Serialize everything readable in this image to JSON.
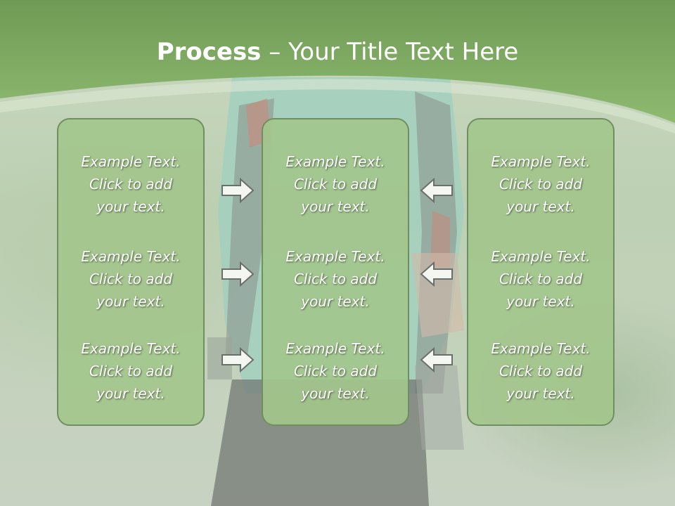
{
  "title": {
    "bold": "Process",
    "rest": " – Your Title Text Here"
  },
  "columns": [
    {
      "items": [
        {
          "line1": "Example Text.",
          "line2": "Click  to add",
          "line3": "your text."
        },
        {
          "line1": "Example Text.",
          "line2": "Click  to add",
          "line3": "your text."
        },
        {
          "line1": "Example Text.",
          "line2": "Click  to add",
          "line3": "your text."
        }
      ]
    },
    {
      "items": [
        {
          "line1": "Example Text.",
          "line2": "Click  to add",
          "line3": "your text."
        },
        {
          "line1": "Example Text.",
          "line2": "Click  to add",
          "line3": "your text."
        },
        {
          "line1": "Example Text.",
          "line2": "Click  to add",
          "line3": "your text."
        }
      ]
    },
    {
      "items": [
        {
          "line1": "Example Text.",
          "line2": "Click  to add",
          "line3": "your text."
        },
        {
          "line1": "Example Text.",
          "line2": "Click  to add",
          "line3": "your text."
        },
        {
          "line1": "Example Text.",
          "line2": "Click  to add",
          "line3": "your text."
        }
      ]
    }
  ],
  "arrows": {
    "left_to_middle": "arrow-right-icon",
    "right_to_middle": "arrow-left-icon"
  },
  "colors": {
    "header_green": "#7da862",
    "box_fill": "#a3c68c",
    "box_border": "#6f8f60",
    "text": "#ffffff"
  }
}
